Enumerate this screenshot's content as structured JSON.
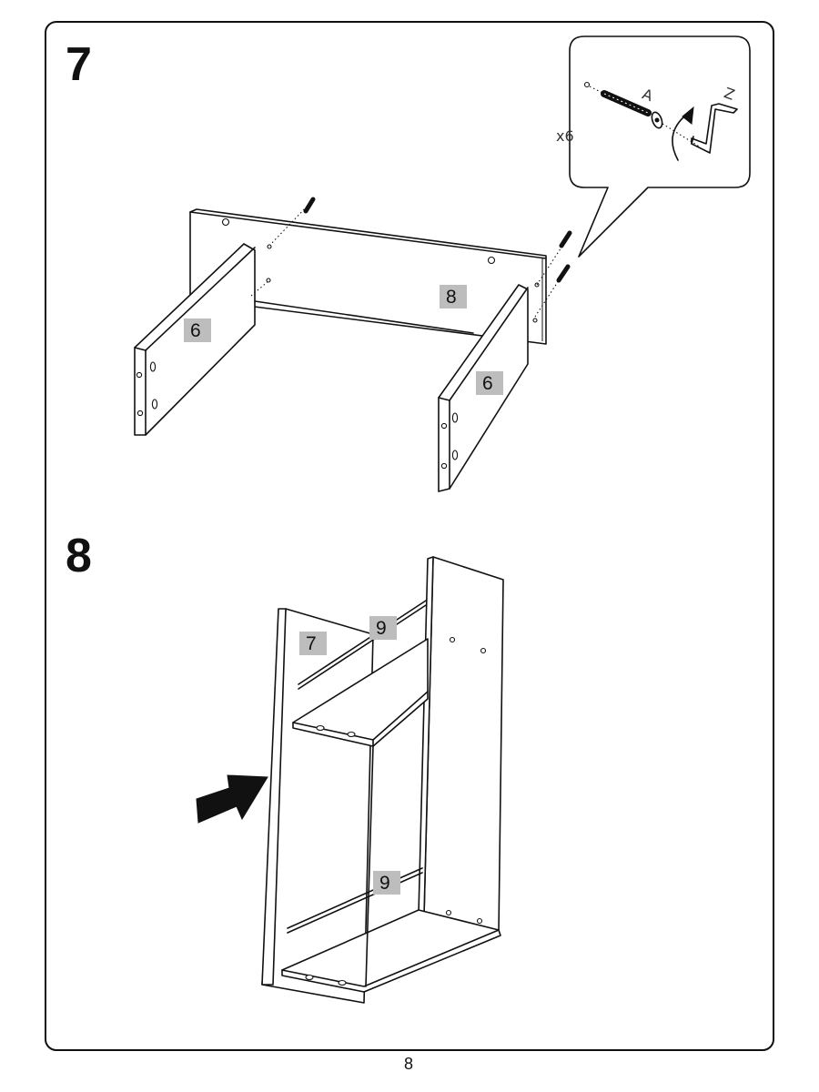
{
  "steps": [
    {
      "number": "7",
      "parts": [
        "8",
        "6",
        "6"
      ],
      "callout": {
        "screw_label": "A",
        "tool_label": "Z",
        "quantity": "x6"
      }
    },
    {
      "number": "8",
      "parts": [
        "7",
        "9",
        "9"
      ]
    }
  ],
  "page_number": "8"
}
